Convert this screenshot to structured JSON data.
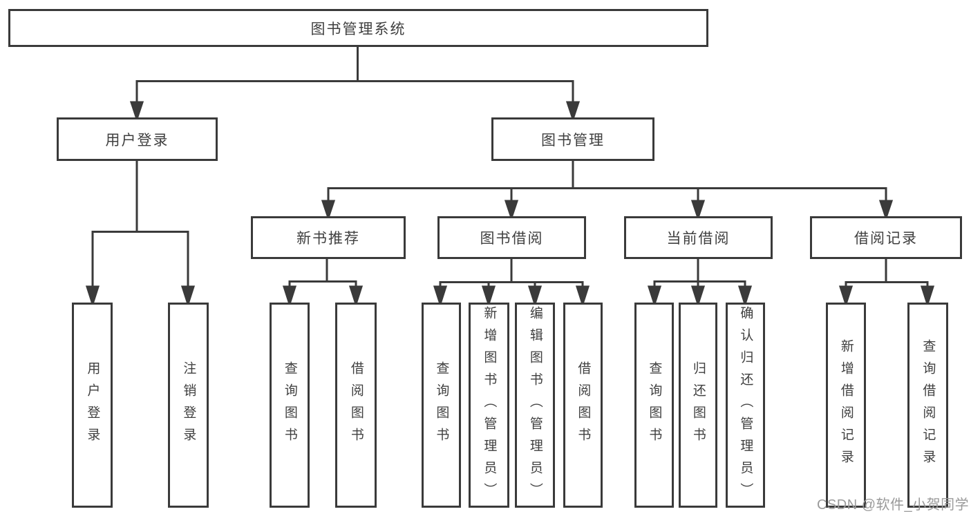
{
  "diagram": {
    "root": "图书管理系统",
    "branches": [
      {
        "label": "用户登录",
        "children": [
          "用户登录",
          "注销登录"
        ]
      },
      {
        "label": "图书管理",
        "children": [
          {
            "label": "新书推荐",
            "children": [
              "查询图书",
              "借阅图书"
            ]
          },
          {
            "label": "图书借阅",
            "children": [
              "查询图书",
              "新增图书（管理员）",
              "编辑图书（管理员）",
              "借阅图书"
            ]
          },
          {
            "label": "当前借阅",
            "children": [
              "查询图书",
              "归还图书",
              "确认归还（管理员）"
            ]
          },
          {
            "label": "借阅记录",
            "children": [
              "新增借阅记录",
              "查询借阅记录"
            ]
          }
        ]
      }
    ]
  },
  "watermark": {
    "text": "CSDN @软件_小贺同学"
  },
  "colors": {
    "line": "#3a3a3a",
    "node_border": "#3a3a3a",
    "node_text": "#3f3f3f",
    "background": "#ffffff",
    "watermark": "#9a9a9a"
  }
}
